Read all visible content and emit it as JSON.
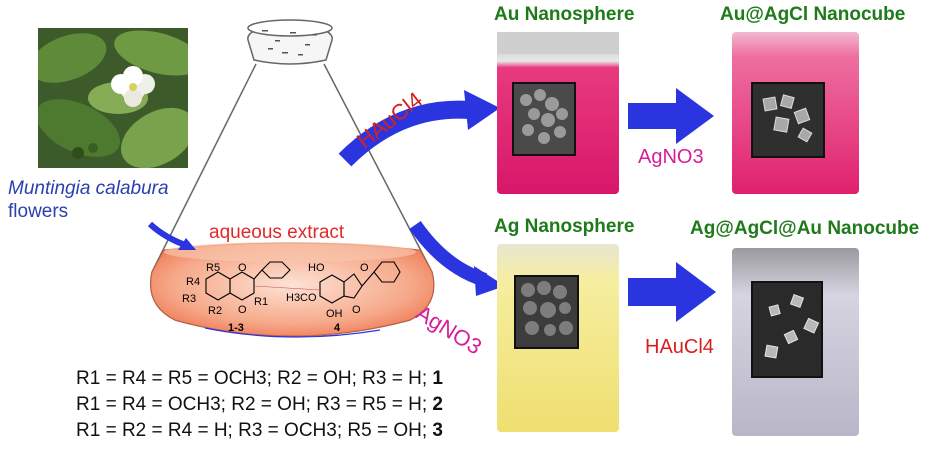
{
  "plant": {
    "species": "Muntingia calabura",
    "organ": "flowers"
  },
  "flask": {
    "label": "aqueous extract",
    "structures": {
      "compounds_a": "1-3",
      "compound_b": "4",
      "r5": "R5",
      "r4": "R4",
      "r3": "R3",
      "r2": "R2",
      "r1": "R1",
      "ho1": "HO",
      "h3co": "H3CO",
      "oh": "OH",
      "o1": "O",
      "o2": "O",
      "o3": "O",
      "o4": "O"
    }
  },
  "routes": {
    "top": {
      "reagent_1": "HAuCl4",
      "product_1": "Au Nanosphere",
      "reagent_2": "AgNO3",
      "product_2": "Au@AgCl Nanocube"
    },
    "bottom": {
      "reagent_1": "AgNO3",
      "product_1": "Ag Nanosphere",
      "reagent_2": "HAuCl4",
      "product_2": "Ag@AgCl@Au Nanocube"
    }
  },
  "compounds": [
    {
      "text": "R1 = R4 = R5 = OCH3; R2 = OH; R3 = H; ",
      "num": "1"
    },
    {
      "text": "R1 = R4 = OCH3; R2 = OH; R3 = R5 = H; ",
      "num": "2"
    },
    {
      "text": "R1 = R2 = R4 = H; R3 = OCH3; R5 = OH; ",
      "num": "3"
    }
  ],
  "colors": {
    "title_green": "#1f7a1a",
    "reagent_red": "#d62020",
    "reagent_magenta": "#d61e9a",
    "arrow_blue": "#2a35e0",
    "extract_orange": "#f4845f",
    "au_solution": "#e0186e",
    "ag_solution": "#f4e98a",
    "agagclau_solution": "#c8c6d4"
  }
}
